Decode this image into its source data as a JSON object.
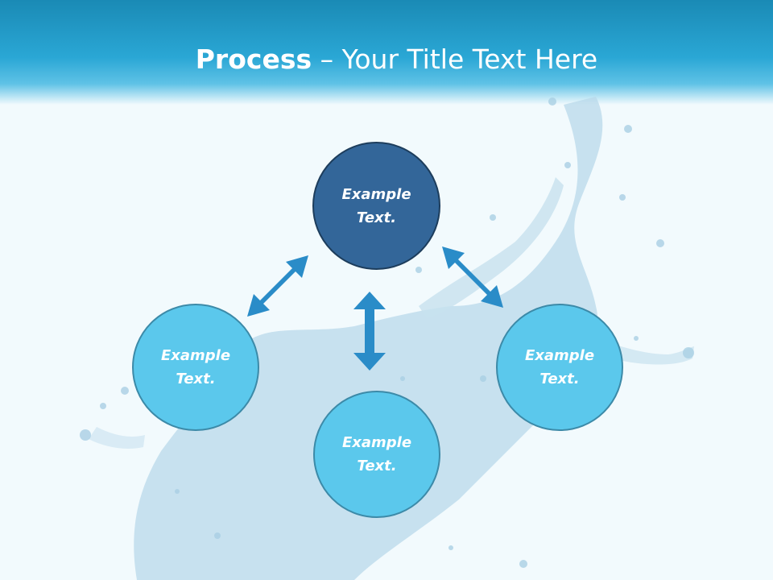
{
  "slide": {
    "title_bold": "Process",
    "title_rest": " – Your Title Text Here"
  },
  "diagram": {
    "nodes": [
      {
        "id": "top",
        "text": "Example\nText."
      },
      {
        "id": "left",
        "text": "Example\nText."
      },
      {
        "id": "right",
        "text": "Example\nText."
      },
      {
        "id": "bottom",
        "text": "Example\nText."
      }
    ],
    "colors": {
      "header": "#2aa7d5",
      "node_primary": "#336699",
      "node_secondary": "#5bc8ec",
      "arrow": "#2a8cc8",
      "background": "#f2fafd"
    }
  }
}
